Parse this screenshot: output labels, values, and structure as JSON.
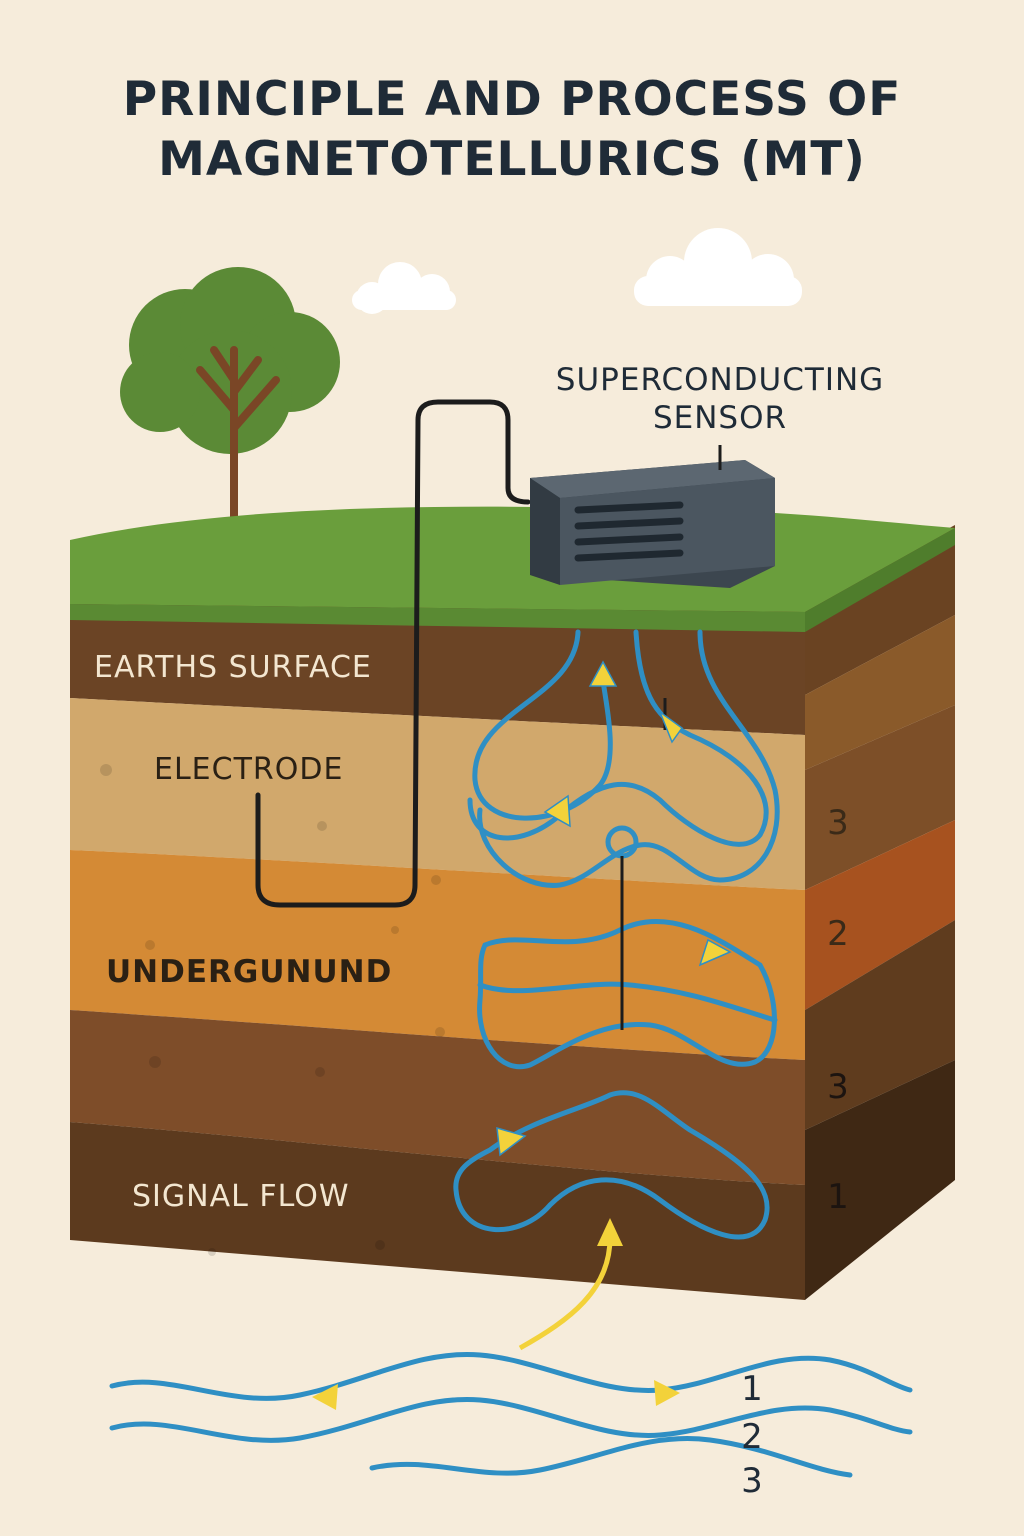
{
  "title": {
    "line1": "PRINCIPLE AND PROCESS OF",
    "line2": "MAGNETOTELLURICS (MT)"
  },
  "sensor_label": {
    "line1": "SUPERCONDUCTING",
    "line2": "SENSOR"
  },
  "layer_labels": {
    "earths_surface": "EARTHS SURFACE",
    "electrode": "ELECTRODE",
    "underground": "UNDERGUNUND",
    "signal_flow": "SIGNAL FLOW"
  },
  "side_numbers": [
    "3",
    "2",
    "3",
    "1"
  ],
  "wave_numbers": [
    "1",
    "2",
    "3"
  ],
  "colors": {
    "background": "#f6ecdb",
    "title": "#1f2b37",
    "grass": "#6a9e3c",
    "signal_line": "#2f8fc4",
    "arrow": "#f3d23a",
    "cable": "#1c1c1c",
    "sensor_box": "#4b5660"
  }
}
